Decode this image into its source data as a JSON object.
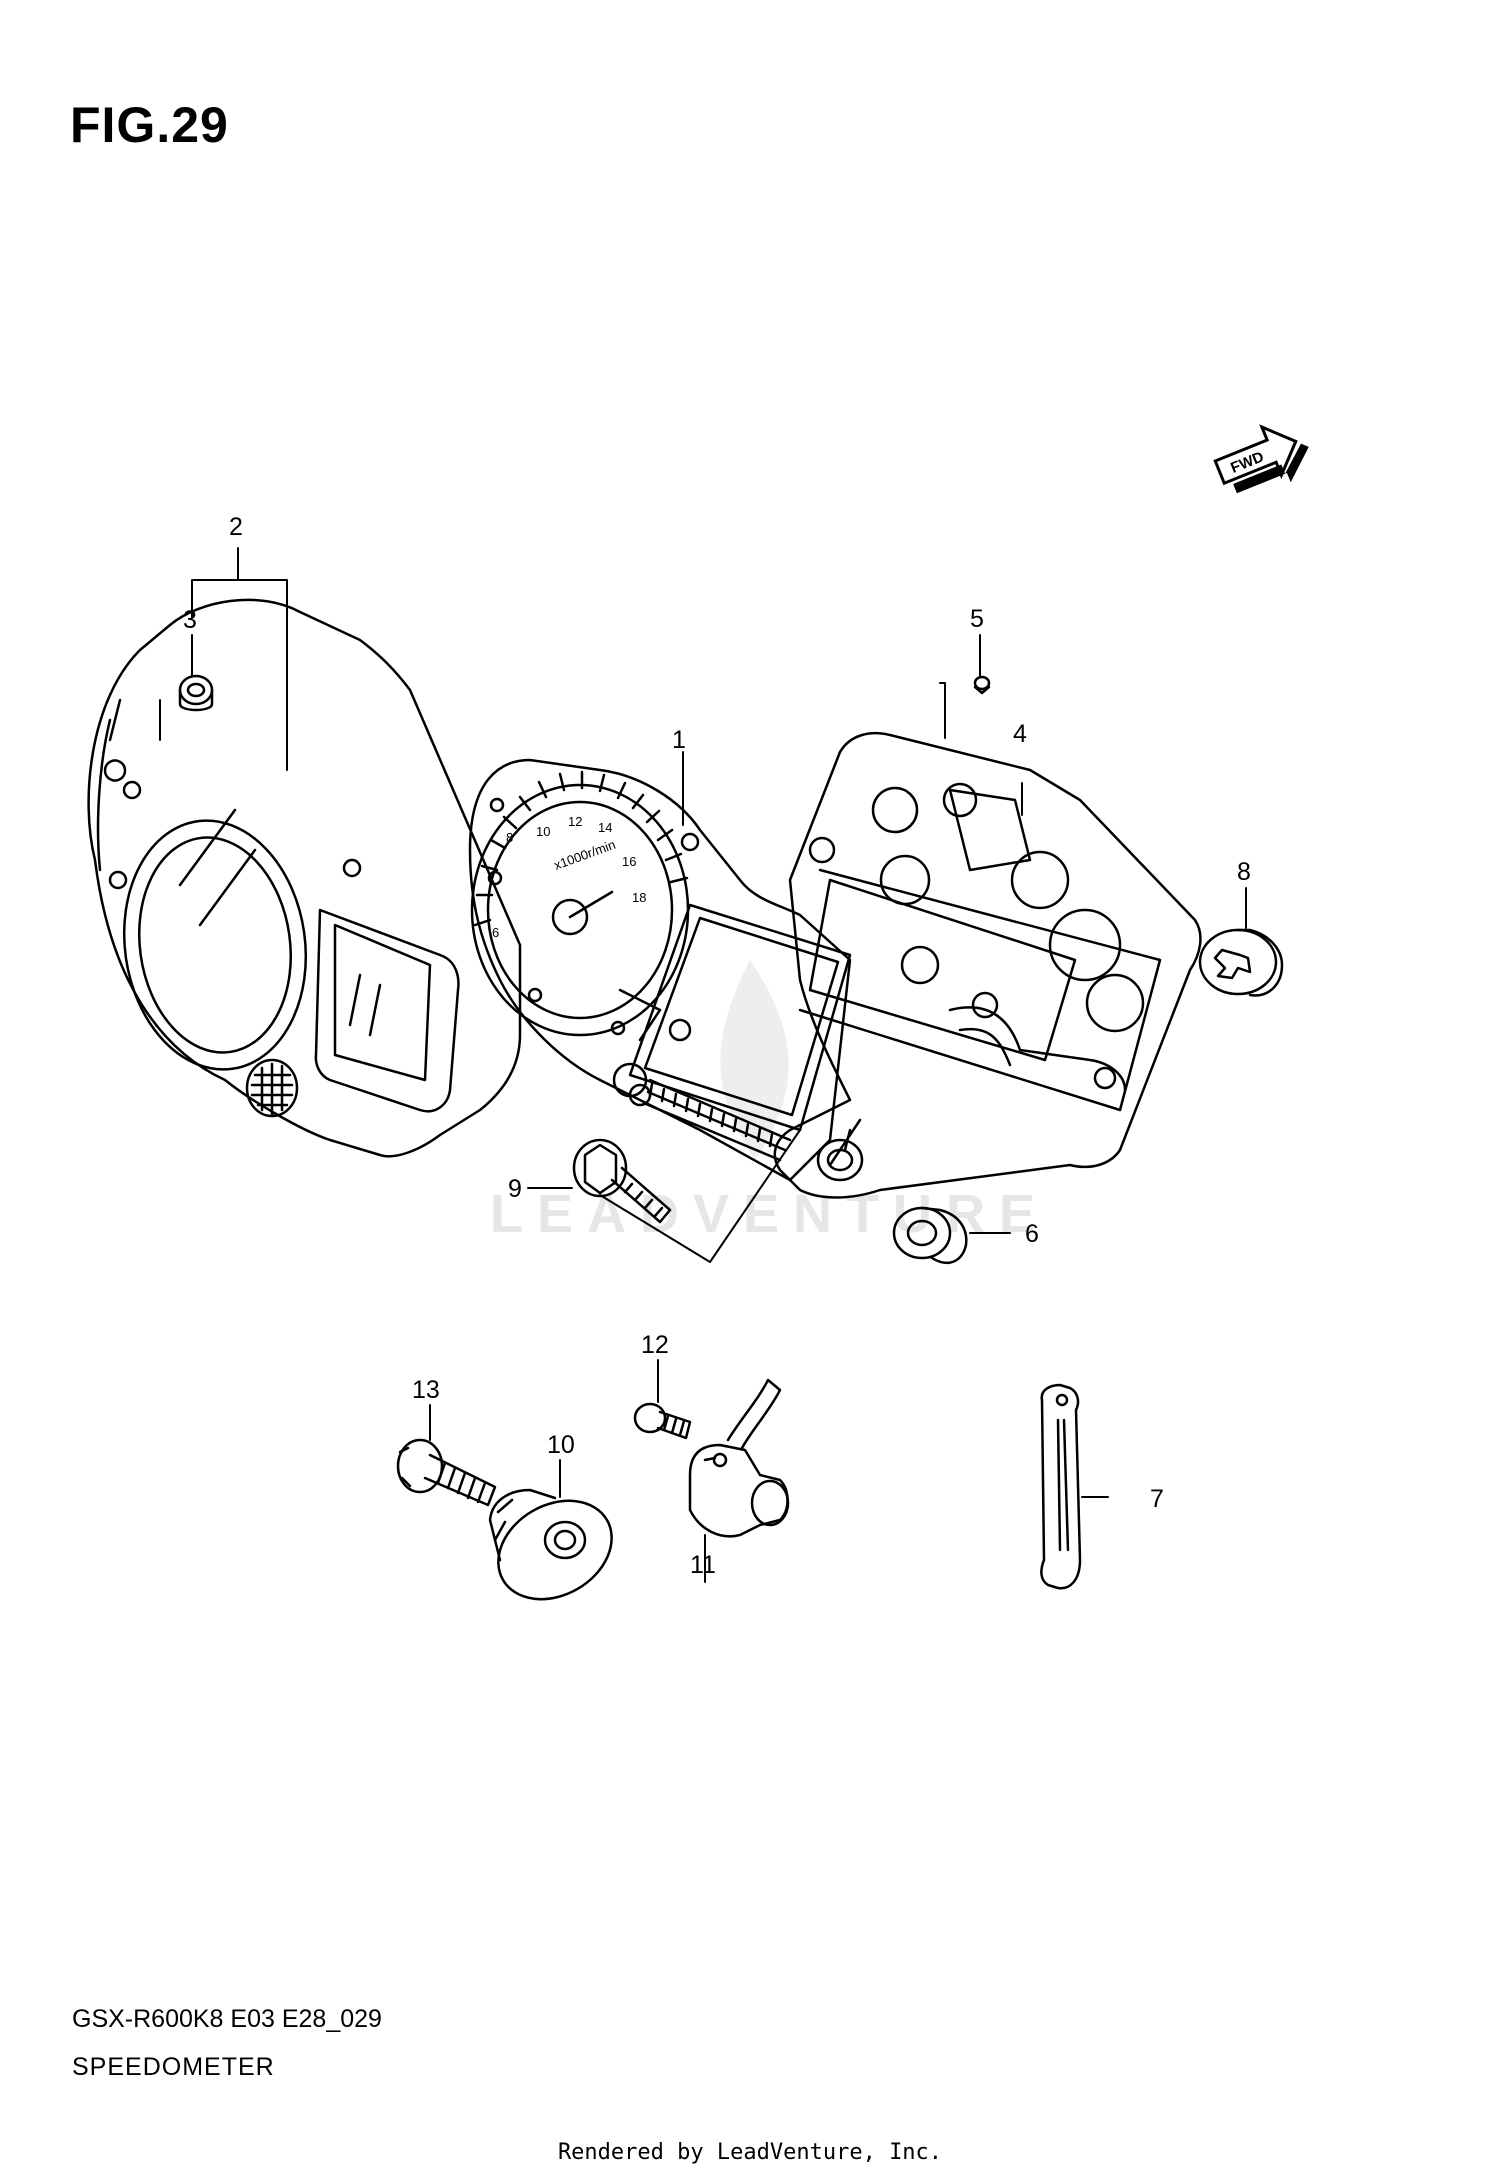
{
  "figure": {
    "title": "FIG.29",
    "model_code": "GSX-R600K8 E03 E28_029",
    "caption": "SPEEDOMETER",
    "footer": "Rendered by LeadVenture, Inc.",
    "watermark": "LEADVENTURE",
    "fwd_label": "FWD"
  },
  "callouts": [
    {
      "id": "1",
      "label": "1"
    },
    {
      "id": "2",
      "label": "2"
    },
    {
      "id": "3",
      "label": "3"
    },
    {
      "id": "4",
      "label": "4"
    },
    {
      "id": "5",
      "label": "5"
    },
    {
      "id": "6",
      "label": "6"
    },
    {
      "id": "7",
      "label": "7"
    },
    {
      "id": "8",
      "label": "8"
    },
    {
      "id": "9",
      "label": "9"
    },
    {
      "id": "10",
      "label": "10"
    },
    {
      "id": "11",
      "label": "11"
    },
    {
      "id": "12",
      "label": "12"
    },
    {
      "id": "13",
      "label": "13"
    }
  ],
  "gauge_ticks": [
    "6",
    "8",
    "10",
    "12",
    "14",
    "16",
    "18"
  ],
  "gauge_unit": "x1000r/min",
  "colors": {
    "line": "#000000",
    "background": "#ffffff",
    "watermark": "#e6e6e6"
  }
}
